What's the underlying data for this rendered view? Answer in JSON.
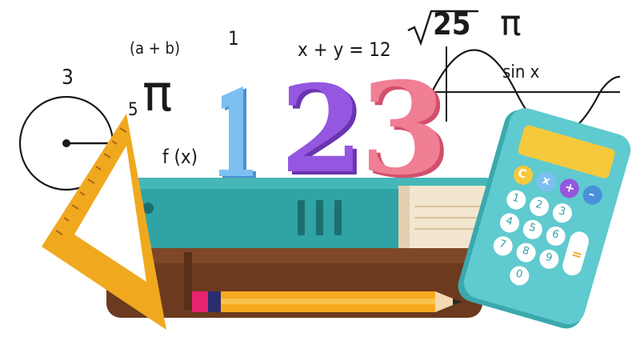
{
  "math_labels": {
    "sqrt_value": "25",
    "pi_top": "π",
    "ab": "(a + b)",
    "one": "1",
    "xy": "x + y = 12",
    "three_radius": "3",
    "five": "5",
    "pi_left": "π",
    "sinx": "sin x",
    "fx": "f (x)"
  },
  "big_numbers": [
    "1",
    "2",
    "3"
  ],
  "calculator_keys": [
    "C",
    "x",
    "+",
    "–",
    "1",
    "2",
    "3",
    "4",
    "5",
    "6",
    "=",
    "7",
    "8",
    "9",
    "0"
  ],
  "colors": {
    "one": "#6fb6ee",
    "two": "#8e4fd6",
    "three": "#ef6b86",
    "book_teal": "#2fa3a6",
    "book_brown": "#6b3a1f",
    "calculator": "#4fc3c8",
    "ruler": "#f5b12c",
    "pencil": "#f7a91e"
  }
}
